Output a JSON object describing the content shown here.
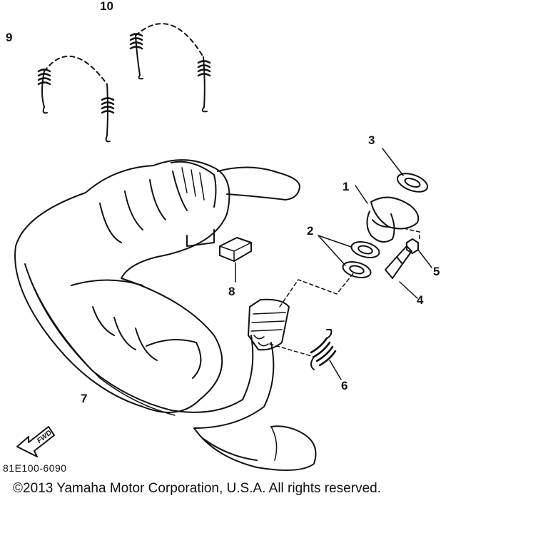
{
  "callouts": {
    "p1": "1",
    "p2": "2",
    "p3": "3",
    "p4": "4",
    "p5": "5",
    "p6": "6",
    "p7": "7",
    "p8": "8",
    "p9": "9",
    "p10": "10"
  },
  "fwd_label": "FWD",
  "part_code": "81E100-6090",
  "copyright": "©2013 Yamaha Motor Corporation, U.S.A. All rights reserved."
}
